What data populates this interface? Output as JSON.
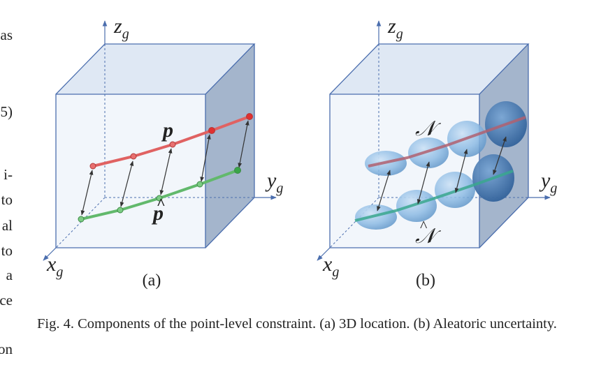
{
  "left_column_fragments": [
    "as",
    "5)",
    "i-",
    "to",
    "al",
    "to",
    "a",
    "ce",
    "on"
  ],
  "figure": {
    "panel_a": {
      "axis_z": "z",
      "axis_y": "y",
      "axis_x": "x",
      "axis_sub": "g",
      "label_p": "p",
      "label_p_hat": "p",
      "hat": "^",
      "caption": "(a)",
      "colors": {
        "red_line": "#e06262",
        "green_line": "#62b96c",
        "cube_edge": "#4b6eae"
      }
    },
    "panel_b": {
      "axis_z": "z",
      "axis_y": "y",
      "axis_x": "x",
      "axis_sub": "g",
      "label_n": "𝒩",
      "label_n_hat": "𝒩",
      "hat": "^",
      "caption": "(b)",
      "colors": {
        "ellipsoid": "#7fb0dd",
        "red_line": "#b06070",
        "green_line": "#3aa78e"
      }
    }
  },
  "caption": "Fig. 4.  Components of the point-level constraint. (a) 3D location. (b) Aleatoric uncertainty."
}
